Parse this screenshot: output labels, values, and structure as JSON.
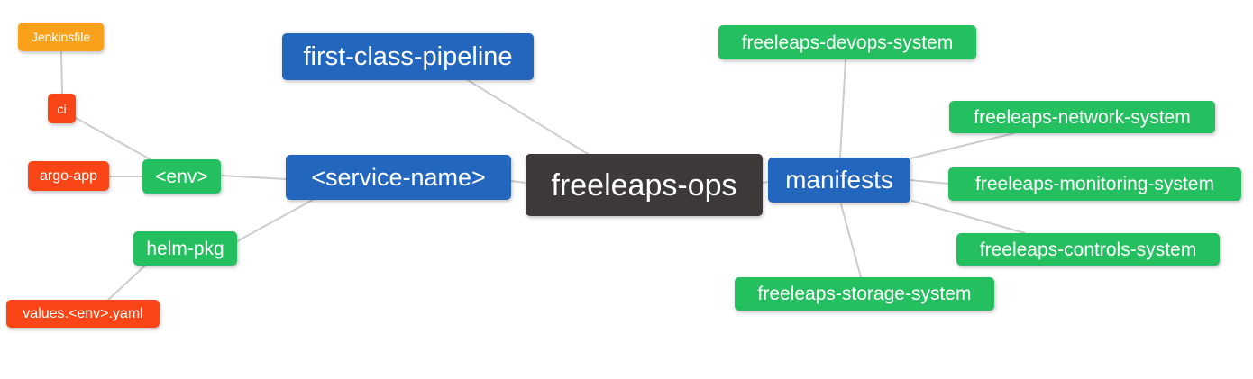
{
  "diagram": {
    "type": "mindmap",
    "root_label": "freeleaps-ops",
    "palette": {
      "root_node": "#3d3939",
      "primary_node": "#2366bd",
      "secondary_node": "#24bf5f",
      "leaf_node_red": "#fa4616",
      "leaf_node_orange": "#f9a11b",
      "edge": "#cccccc",
      "node_text": "#ffffff",
      "background": "#ffffff"
    },
    "nodes": [
      {
        "id": "jenkinsfile",
        "label": "Jenkinsfile",
        "color": "orange"
      },
      {
        "id": "ci",
        "label": "ci",
        "color": "red"
      },
      {
        "id": "argo-app",
        "label": "argo-app",
        "color": "red"
      },
      {
        "id": "env",
        "label": "<env>",
        "color": "green"
      },
      {
        "id": "helm-pkg",
        "label": "helm-pkg",
        "color": "green"
      },
      {
        "id": "values-env-yaml",
        "label": "values.<env>.yaml",
        "color": "red"
      },
      {
        "id": "first-class-pipeline",
        "label": "first-class-pipeline",
        "color": "blue"
      },
      {
        "id": "service-name",
        "label": "<service-name>",
        "color": "blue"
      },
      {
        "id": "freeleaps-ops",
        "label": "freeleaps-ops",
        "color": "dark"
      },
      {
        "id": "manifests",
        "label": "manifests",
        "color": "blue"
      },
      {
        "id": "freeleaps-devops-system",
        "label": "freeleaps-devops-system",
        "color": "green"
      },
      {
        "id": "freeleaps-network-system",
        "label": "freeleaps-network-system",
        "color": "green"
      },
      {
        "id": "freeleaps-monitoring-system",
        "label": "freeleaps-monitoring-system",
        "color": "green"
      },
      {
        "id": "freeleaps-controls-system",
        "label": "freeleaps-controls-system",
        "color": "green"
      },
      {
        "id": "freeleaps-storage-system",
        "label": "freeleaps-storage-system",
        "color": "green"
      }
    ],
    "edges": [
      {
        "from": "Jenkinsfile",
        "to": "ci"
      },
      {
        "from": "ci",
        "to": "<env>"
      },
      {
        "from": "argo-app",
        "to": "<env>"
      },
      {
        "from": "<env>",
        "to": "<service-name>"
      },
      {
        "from": "helm-pkg",
        "to": "<service-name>"
      },
      {
        "from": "values.<env>.yaml",
        "to": "helm-pkg"
      },
      {
        "from": "first-class-pipeline",
        "to": "freeleaps-ops"
      },
      {
        "from": "<service-name>",
        "to": "freeleaps-ops"
      },
      {
        "from": "freeleaps-ops",
        "to": "manifests"
      },
      {
        "from": "manifests",
        "to": "freeleaps-devops-system"
      },
      {
        "from": "manifests",
        "to": "freeleaps-network-system"
      },
      {
        "from": "manifests",
        "to": "freeleaps-monitoring-system"
      },
      {
        "from": "manifests",
        "to": "freeleaps-controls-system"
      },
      {
        "from": "manifests",
        "to": "freeleaps-storage-system"
      }
    ]
  }
}
